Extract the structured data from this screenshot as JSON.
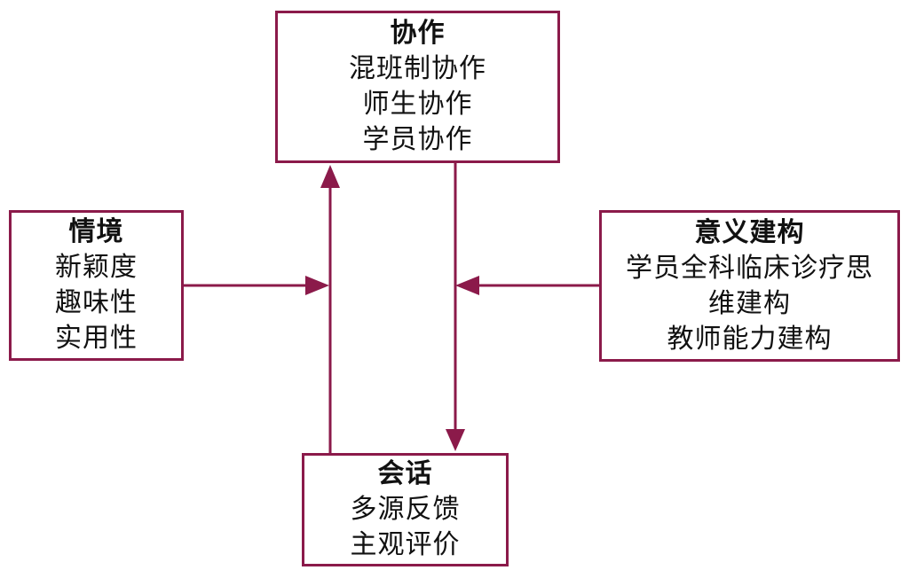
{
  "colors": {
    "accent": "#8b1a4a",
    "text": "#111111",
    "background": "#ffffff"
  },
  "diagram": {
    "top": {
      "title": "协作",
      "lines": [
        "混班制协作",
        "师生协作",
        "学员协作"
      ]
    },
    "left": {
      "title": "情境",
      "lines": [
        "新颖度",
        "趣味性",
        "实用性"
      ]
    },
    "right": {
      "title": "意义建构",
      "lines": [
        "学员全科临床诊疗思",
        "维建构",
        "教师能力建构"
      ]
    },
    "bottom": {
      "title": "会话",
      "lines": [
        "多源反馈",
        "主观评价"
      ]
    }
  }
}
